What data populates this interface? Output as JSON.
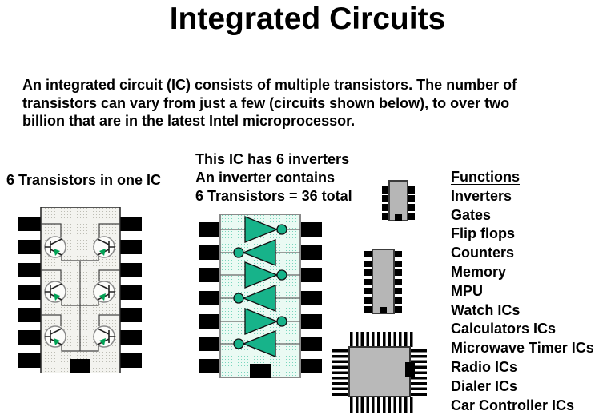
{
  "slide": {
    "title": "Integrated Circuits",
    "intro_lines": [
      "An integrated circuit (IC) consists of multiple transistors.  The number of",
      "transistors can vary from just a few (circuits shown below), to over two",
      "billion that are in the latest Intel microprocessor."
    ],
    "left_chip_caption": "6 Transistors in one IC",
    "middle_chip_caption_lines": [
      "This IC has 6 inverters",
      "An inverter contains",
      "6 Transistors = 36 total"
    ],
    "functions": {
      "header": "Functions",
      "items": [
        "Inverters",
        "Gates",
        "Flip flops",
        "Counters",
        "Memory",
        "MPU",
        "Watch ICs",
        "Calculators ICs",
        "Microwave Timer ICs",
        "Radio ICs",
        "Dialer ICs",
        "Car Controller ICs"
      ]
    },
    "chips": {
      "transistor_dip": {
        "pins_per_side": 7,
        "transistor_count": 6
      },
      "inverter_dip": {
        "pins_per_side": 7,
        "inverter_count": 6
      },
      "small_ic": {
        "pins_per_side": 4
      },
      "medium_ic": {
        "pins_per_side": 7
      },
      "qfp_ic": {}
    },
    "colors": {
      "inverter_teal": "#17b38a",
      "arrow_green": "#00a254",
      "chip_gray": "#b6b6b6",
      "pin_black": "#000000"
    }
  }
}
